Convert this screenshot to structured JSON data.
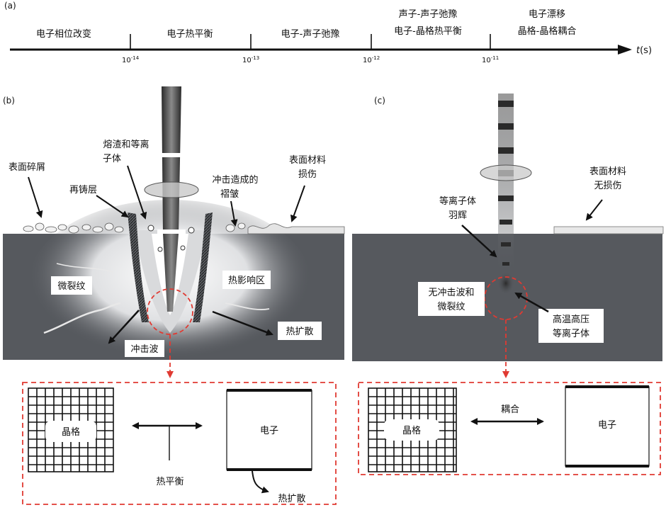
{
  "panel_labels": {
    "a": "(a)",
    "b": "(b)",
    "c": "(c)"
  },
  "timeline": {
    "axis_label_italic": "t",
    "axis_label_unit": "(s)",
    "ticks": [
      {
        "base": "10",
        "exp": "-14"
      },
      {
        "base": "10",
        "exp": "-13"
      },
      {
        "base": "10",
        "exp": "-12"
      },
      {
        "base": "10",
        "exp": "-11"
      }
    ],
    "segments": [
      {
        "lines": [
          "电子相位改变"
        ]
      },
      {
        "lines": [
          "电子热平衡"
        ]
      },
      {
        "lines": [
          "电子-声子弛豫"
        ]
      },
      {
        "lines": [
          "声子-声子弛豫",
          "电子-晶格热平衡"
        ]
      },
      {
        "lines": [
          "电子漂移",
          "晶格-晶格耦合"
        ]
      }
    ]
  },
  "panel_b": {
    "surface_debris": [
      "表面碎屑"
    ],
    "slag_plasma": [
      "熔渣和等离",
      "子体"
    ],
    "recast_layer": [
      "再铸层"
    ],
    "shock_wrinkle": [
      "冲击造成的",
      "褶皱"
    ],
    "surface_damage": [
      "表面材料",
      "损伤"
    ],
    "microcrack": "微裂纹",
    "haz": "热影响区",
    "shock_wave": "冲击波",
    "heat_diffusion": "热扩散",
    "box": {
      "lattice": "晶格",
      "electron": "电子",
      "equilibrium": "热平衡",
      "diffusion": "热扩散"
    }
  },
  "panel_c": {
    "plasma_plume": [
      "等离子体",
      "羽辉"
    ],
    "no_damage": [
      "表面材料",
      "无损伤"
    ],
    "no_shock": [
      "无冲击波和",
      "微裂纹"
    ],
    "hot_plasma": [
      "高温高压",
      "等离子体"
    ],
    "box": {
      "lattice": "晶格",
      "electron": "电子",
      "coupling": "耦合"
    }
  },
  "colors": {
    "material": "#56595e",
    "dash": "#e03a32",
    "ink": "#111111"
  }
}
